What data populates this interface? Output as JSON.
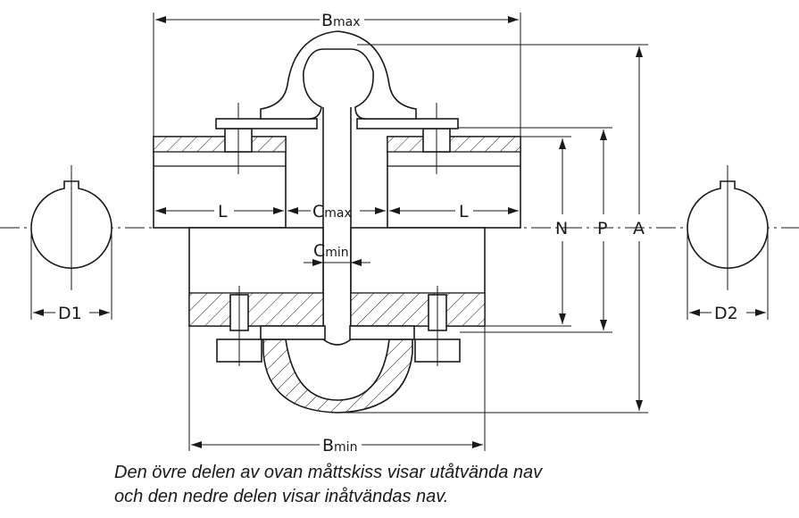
{
  "labels": {
    "bmax_main": "B",
    "bmax_sub": "max",
    "bmin_main": "B",
    "bmin_sub": "min",
    "cmax_main": "C",
    "cmax_sub": "max",
    "cmin_main": "C",
    "cmin_sub": "min",
    "l_left": "L",
    "l_right": "L",
    "n": "N",
    "p": "P",
    "a": "A",
    "d1": "D1",
    "d2": "D2"
  },
  "caption": {
    "line1": "Den övre delen av ovan måttskiss visar utåtvända nav",
    "line2": "och den nedre delen visar inåtvändas nav."
  }
}
